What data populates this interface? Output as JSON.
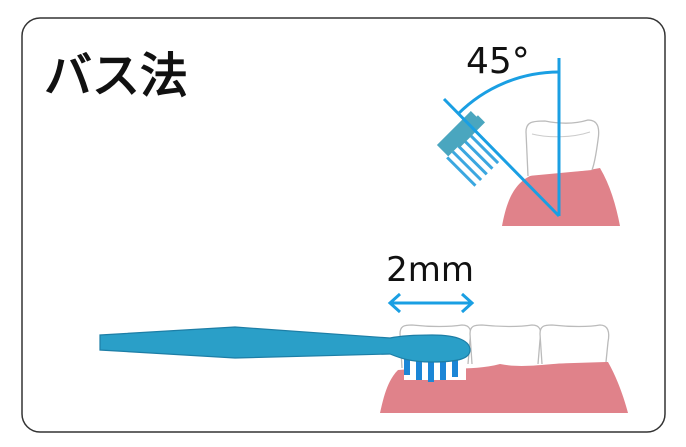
{
  "title": "バス法",
  "angle_label": "45°",
  "distance_label": "2mm",
  "colors": {
    "frame": "#333333",
    "accent_line": "#1a9fe3",
    "gum": "#e0828a",
    "tooth_outline": "#bbbbbb",
    "brush_head": "#4aa6bf",
    "handle": "#2a9fc8",
    "bristle": "#1b86d6"
  }
}
